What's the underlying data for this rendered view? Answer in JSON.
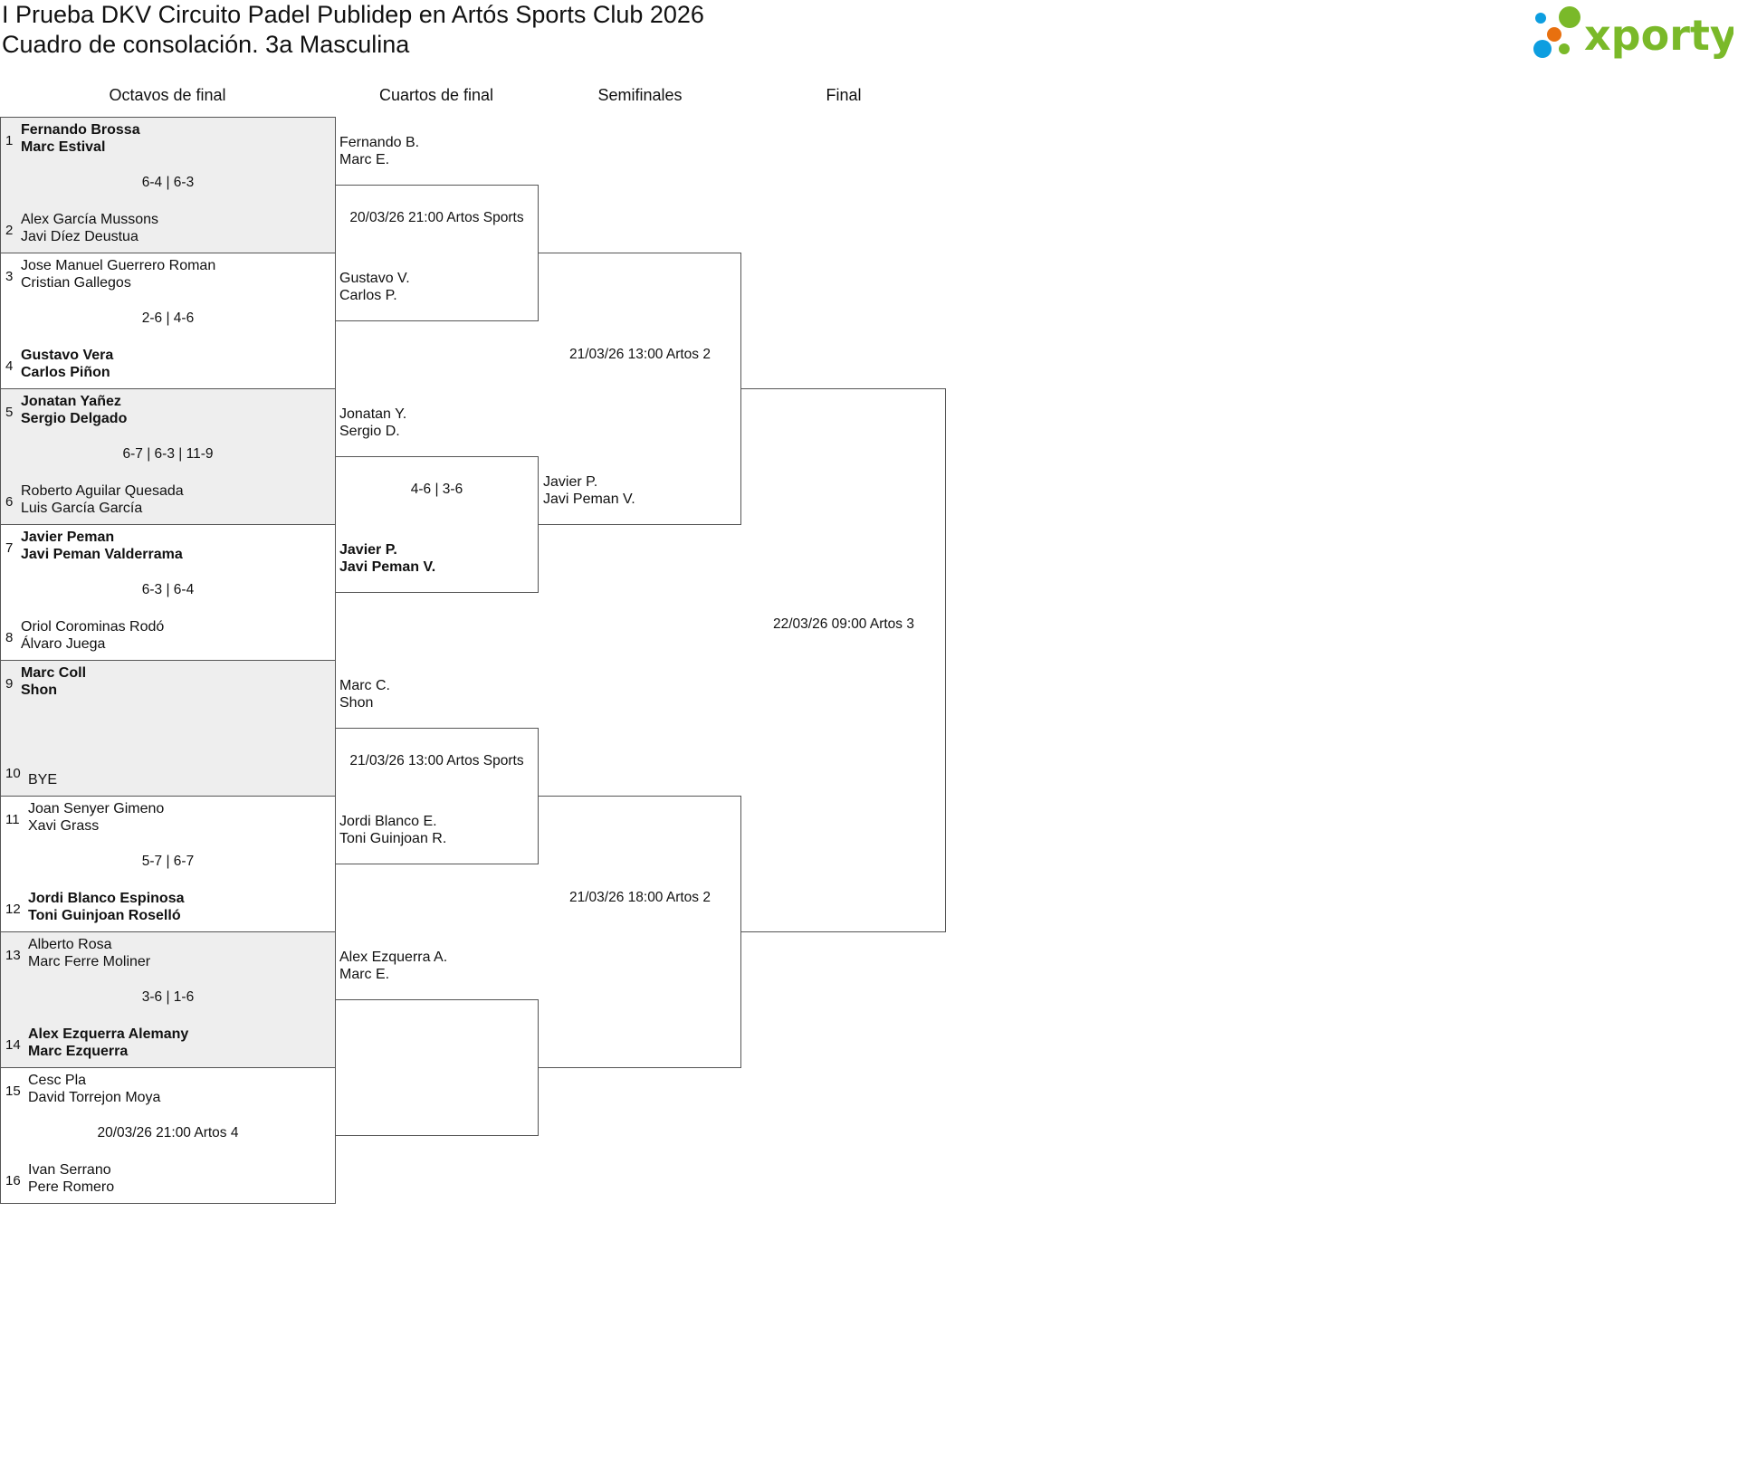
{
  "header": {
    "title": "I Prueba DKV Circuito Padel Publidep en Artós Sports Club 2026",
    "subtitle": "Cuadro de consolación. 3a Masculina",
    "logo_text": "xporty"
  },
  "rounds": [
    "Octavos de final",
    "Cuartos de final",
    "Semifinales",
    "Final"
  ],
  "octavos": [
    {
      "top": {
        "seed": "1",
        "names": [
          "Fernando Brossa",
          "Marc Estival"
        ],
        "winner": true
      },
      "bottom": {
        "seed": "2",
        "names": [
          "Alex García Mussons",
          "Javi Díez Deustua"
        ],
        "winner": false
      },
      "info": "6-4 | 6-3"
    },
    {
      "top": {
        "seed": "3",
        "names": [
          "Jose Manuel Guerrero Roman",
          "Cristian Gallegos"
        ],
        "winner": false
      },
      "bottom": {
        "seed": "4",
        "names": [
          "Gustavo Vera",
          "Carlos Piñon"
        ],
        "winner": true
      },
      "info": "2-6 | 4-6"
    },
    {
      "top": {
        "seed": "5",
        "names": [
          "Jonatan Yañez",
          "Sergio Delgado"
        ],
        "winner": true
      },
      "bottom": {
        "seed": "6",
        "names": [
          "Roberto Aguilar Quesada",
          "Luis García García"
        ],
        "winner": false
      },
      "info": "6-7 | 6-3 | 11-9"
    },
    {
      "top": {
        "seed": "7",
        "names": [
          "Javier Peman",
          "Javi Peman Valderrama"
        ],
        "winner": true
      },
      "bottom": {
        "seed": "8",
        "names": [
          "Oriol Corominas Rodó",
          "Álvaro Juega"
        ],
        "winner": false
      },
      "info": "6-3 | 6-4"
    },
    {
      "top": {
        "seed": "9",
        "names": [
          "Marc Coll",
          "Shon"
        ],
        "winner": true
      },
      "bottom": {
        "seed": "10",
        "names": [
          "",
          "BYE"
        ],
        "winner": false
      },
      "info": ""
    },
    {
      "top": {
        "seed": "11",
        "names": [
          "Joan Senyer Gimeno",
          "Xavi Grass"
        ],
        "winner": false
      },
      "bottom": {
        "seed": "12",
        "names": [
          "Jordi Blanco Espinosa",
          "Toni Guinjoan Roselló"
        ],
        "winner": true
      },
      "info": "5-7 | 6-7"
    },
    {
      "top": {
        "seed": "13",
        "names": [
          "Alberto Rosa",
          "Marc Ferre Moliner"
        ],
        "winner": false
      },
      "bottom": {
        "seed": "14",
        "names": [
          "Alex Ezquerra Alemany",
          "Marc Ezquerra"
        ],
        "winner": true
      },
      "info": "3-6 | 1-6"
    },
    {
      "top": {
        "seed": "15",
        "names": [
          "Cesc Pla",
          "David Torrejon Moya"
        ],
        "winner": false
      },
      "bottom": {
        "seed": "16",
        "names": [
          "Ivan Serrano",
          "Pere Romero"
        ],
        "winner": false
      },
      "info": "20/03/26 21:00 Artos 4"
    }
  ],
  "cuartos": [
    {
      "top": {
        "names": [
          "Fernando B.",
          "Marc E."
        ],
        "winner": false
      },
      "bottom": {
        "names": [
          "Gustavo V.",
          "Carlos P."
        ],
        "winner": false
      },
      "info": "20/03/26 21:00 Artos Sports"
    },
    {
      "top": {
        "names": [
          "Jonatan Y.",
          "Sergio D."
        ],
        "winner": false
      },
      "bottom": {
        "names": [
          "Javier P.",
          "Javi Peman V."
        ],
        "winner": true
      },
      "info": "4-6 | 3-6"
    },
    {
      "top": {
        "names": [
          "Marc C.",
          "Shon"
        ],
        "winner": false
      },
      "bottom": {
        "names": [
          "Jordi Blanco E.",
          "Toni Guinjoan R."
        ],
        "winner": false
      },
      "info": "21/03/26 13:00 Artos Sports"
    },
    {
      "top": {
        "names": [
          "Alex Ezquerra A.",
          "Marc E."
        ],
        "winner": false
      },
      "bottom": {
        "names": [
          "",
          ""
        ],
        "winner": false
      },
      "info": ""
    }
  ],
  "semifinales": [
    {
      "top": {
        "names": [
          "",
          ""
        ],
        "winner": false
      },
      "bottom": {
        "names": [
          "Javier P.",
          "Javi Peman V."
        ],
        "winner": false
      },
      "info": "21/03/26 13:00 Artos 2"
    },
    {
      "top": {
        "names": [
          "",
          ""
        ],
        "winner": false
      },
      "bottom": {
        "names": [
          "",
          ""
        ],
        "winner": false
      },
      "info": "21/03/26 18:00 Artos 2"
    }
  ],
  "final": {
    "info": "22/03/26 09:00 Artos 3"
  },
  "colors": {
    "logo_green": "#7ab929",
    "logo_blue": "#0d9ee0",
    "logo_orange": "#e8700f",
    "match_grey": "#eeeeee"
  }
}
